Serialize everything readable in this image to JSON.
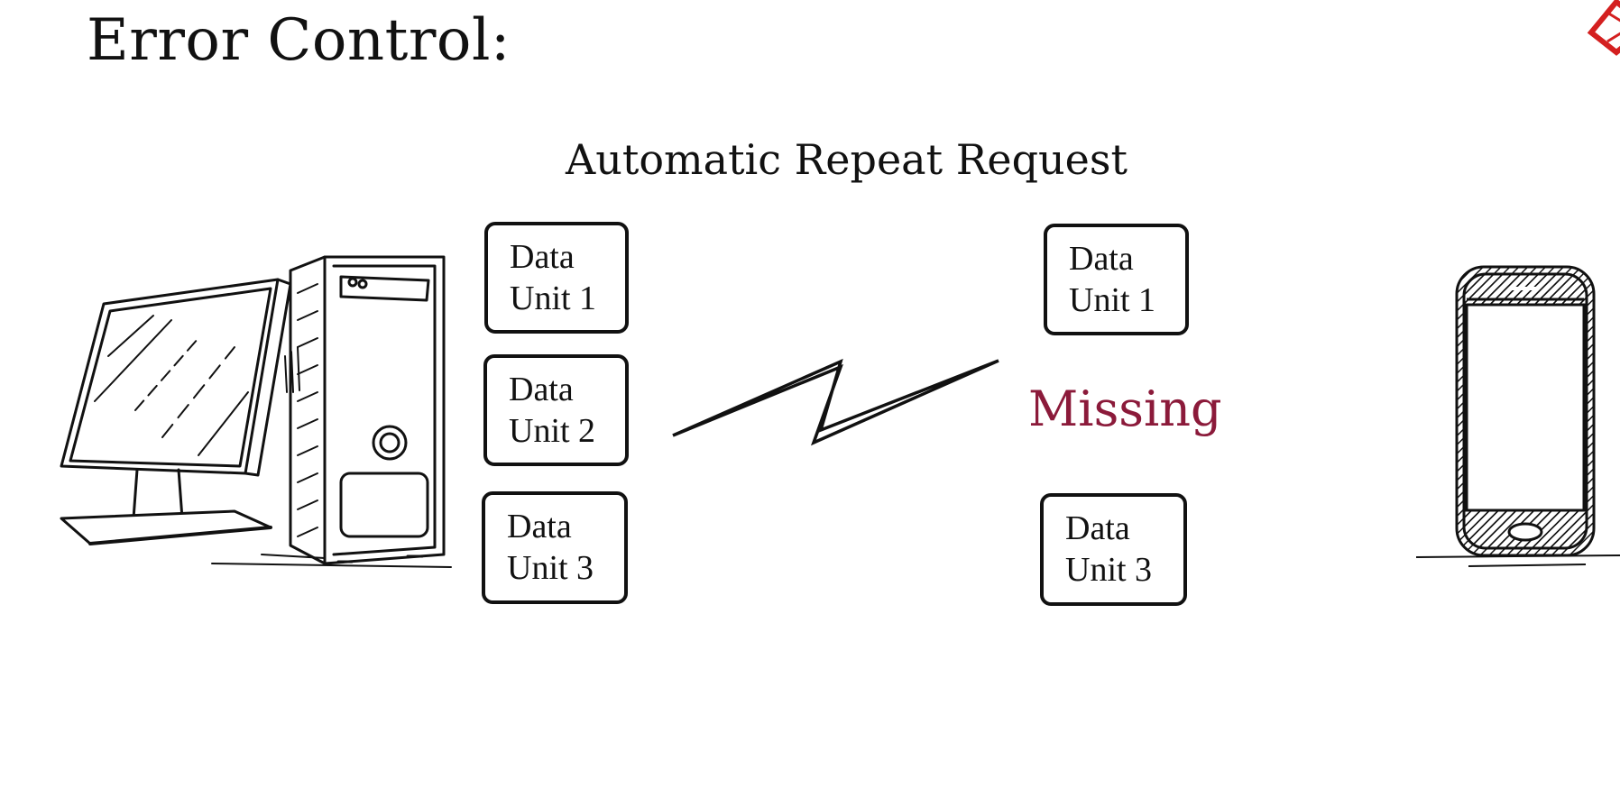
{
  "title": "Error Control:",
  "subtitle": "Automatic Repeat Request",
  "sender": {
    "units": [
      {
        "line1": "Data",
        "line2": "Unit 1"
      },
      {
        "line1": "Data",
        "line2": "Unit 2"
      },
      {
        "line1": "Data",
        "line2": "Unit 3"
      }
    ]
  },
  "receiver": {
    "units": [
      {
        "line1": "Data",
        "line2": "Unit 1"
      },
      {
        "line1": "Data",
        "line2": "Unit 3"
      }
    ],
    "missing_label": "Missing"
  },
  "icons": {
    "sender": "desktop-computer-icon",
    "receiver": "smartphone-icon",
    "link": "lightning-bolt-icon",
    "corner": "logo-icon"
  },
  "colors": {
    "missing": "#8b1a3a",
    "ink": "#111111",
    "logo": "#d42020"
  }
}
